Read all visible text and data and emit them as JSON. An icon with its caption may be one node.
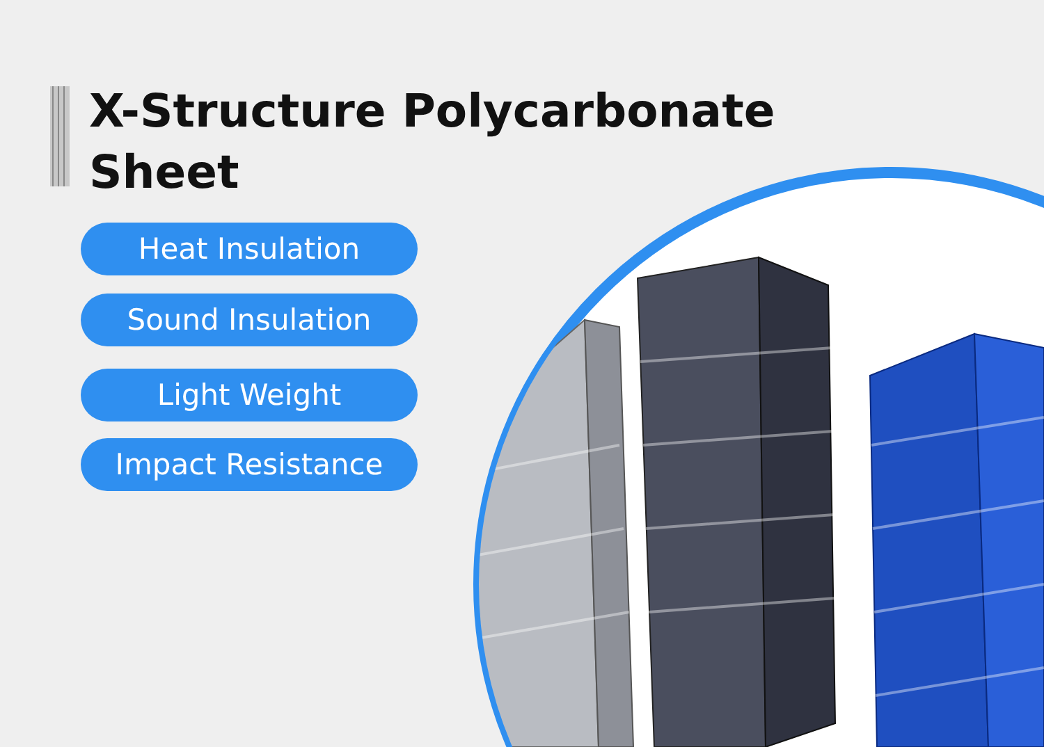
{
  "diagram": {
    "title": "X-Structure Polycarbonate Sheet",
    "nodes": [
      {
        "text": [
          "Heat Insulation"
        ]
      },
      {
        "text": [
          "Sound Insulation"
        ]
      },
      {
        "text": [
          "Light Weight"
        ]
      },
      {
        "text": [
          "Impact Resistance"
        ]
      }
    ],
    "edges": []
  }
}
